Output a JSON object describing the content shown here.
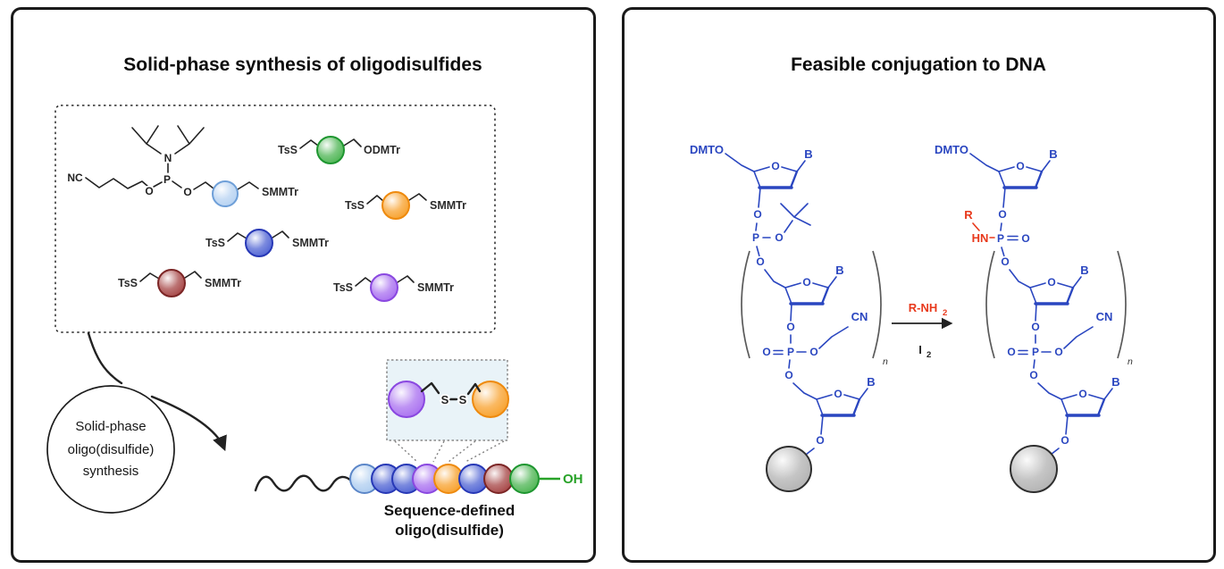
{
  "left_panel": {
    "title": "Solid-phase synthesis of oligodisulfides",
    "atoms": {
      "NC": "NC",
      "N": "N",
      "P": "P",
      "O": "O"
    },
    "labels": {
      "TsS": "TsS",
      "SMMTr": "SMMTr",
      "ODMTr": "ODMTr"
    },
    "monomers": [
      {
        "name": "light-blue-monomer",
        "fill": "#b6d2f2",
        "rim": "#6e9fd8"
      },
      {
        "name": "green-monomer",
        "fill": "#4db553",
        "rim": "#1e9630"
      },
      {
        "name": "orange-monomer",
        "fill": "#f8a12c",
        "rim": "#ee8a0e"
      },
      {
        "name": "blue-monomer",
        "fill": "#5064d4",
        "rim": "#2738b6"
      },
      {
        "name": "dark-red-monomer",
        "fill": "#a64545",
        "rim": "#7c2626"
      },
      {
        "name": "purple-monomer",
        "fill": "#a970f0",
        "rim": "#8a48e0"
      }
    ],
    "cycle_circle": {
      "line1": "Solid-phase",
      "line2": "oligo(disulfide)",
      "line3": "synthesis"
    },
    "inset": {
      "s_left": "S",
      "s_right": "S"
    },
    "chain": {
      "beads": [
        {
          "fill": "#aecdf0",
          "rim": "#5b86c8"
        },
        {
          "fill": "#5064d4",
          "rim": "#2738b6"
        },
        {
          "fill": "#5064d4",
          "rim": "#2738b6"
        },
        {
          "fill": "#a970f0",
          "rim": "#8a48e0"
        },
        {
          "fill": "#f8a12c",
          "rim": "#ee8a0e"
        },
        {
          "fill": "#5064d4",
          "rim": "#2738b6"
        },
        {
          "fill": "#a64545",
          "rim": "#7c2626"
        },
        {
          "fill": "#4db553",
          "rim": "#1e9630"
        }
      ],
      "end_label": "OH",
      "caption_line1": "Sequence-defined",
      "caption_line2": "oligo(disulfide)"
    }
  },
  "right_panel": {
    "title": "Feasible conjugation to DNA",
    "atoms": {
      "DMTO": "DMTO",
      "O": "O",
      "B": "B",
      "P": "P",
      "CN": "CN",
      "R": "R",
      "HN": "HN",
      "n": "n"
    },
    "support": {
      "fill": "#b2b2b2",
      "rim": "#2e2e2e"
    },
    "reaction": {
      "reagent": "R-NH",
      "reagent_sub": "2",
      "oxidant": "I",
      "oxidant_sub": "2"
    }
  },
  "css_vars": {
    "dna-blue": "#2a46c0",
    "accent-red": "#e8391c",
    "oh-green": "#28a228",
    "ink": "#222222",
    "paren-gray": "#5a5a5a",
    "inset-bg": "#e9f3f8"
  }
}
